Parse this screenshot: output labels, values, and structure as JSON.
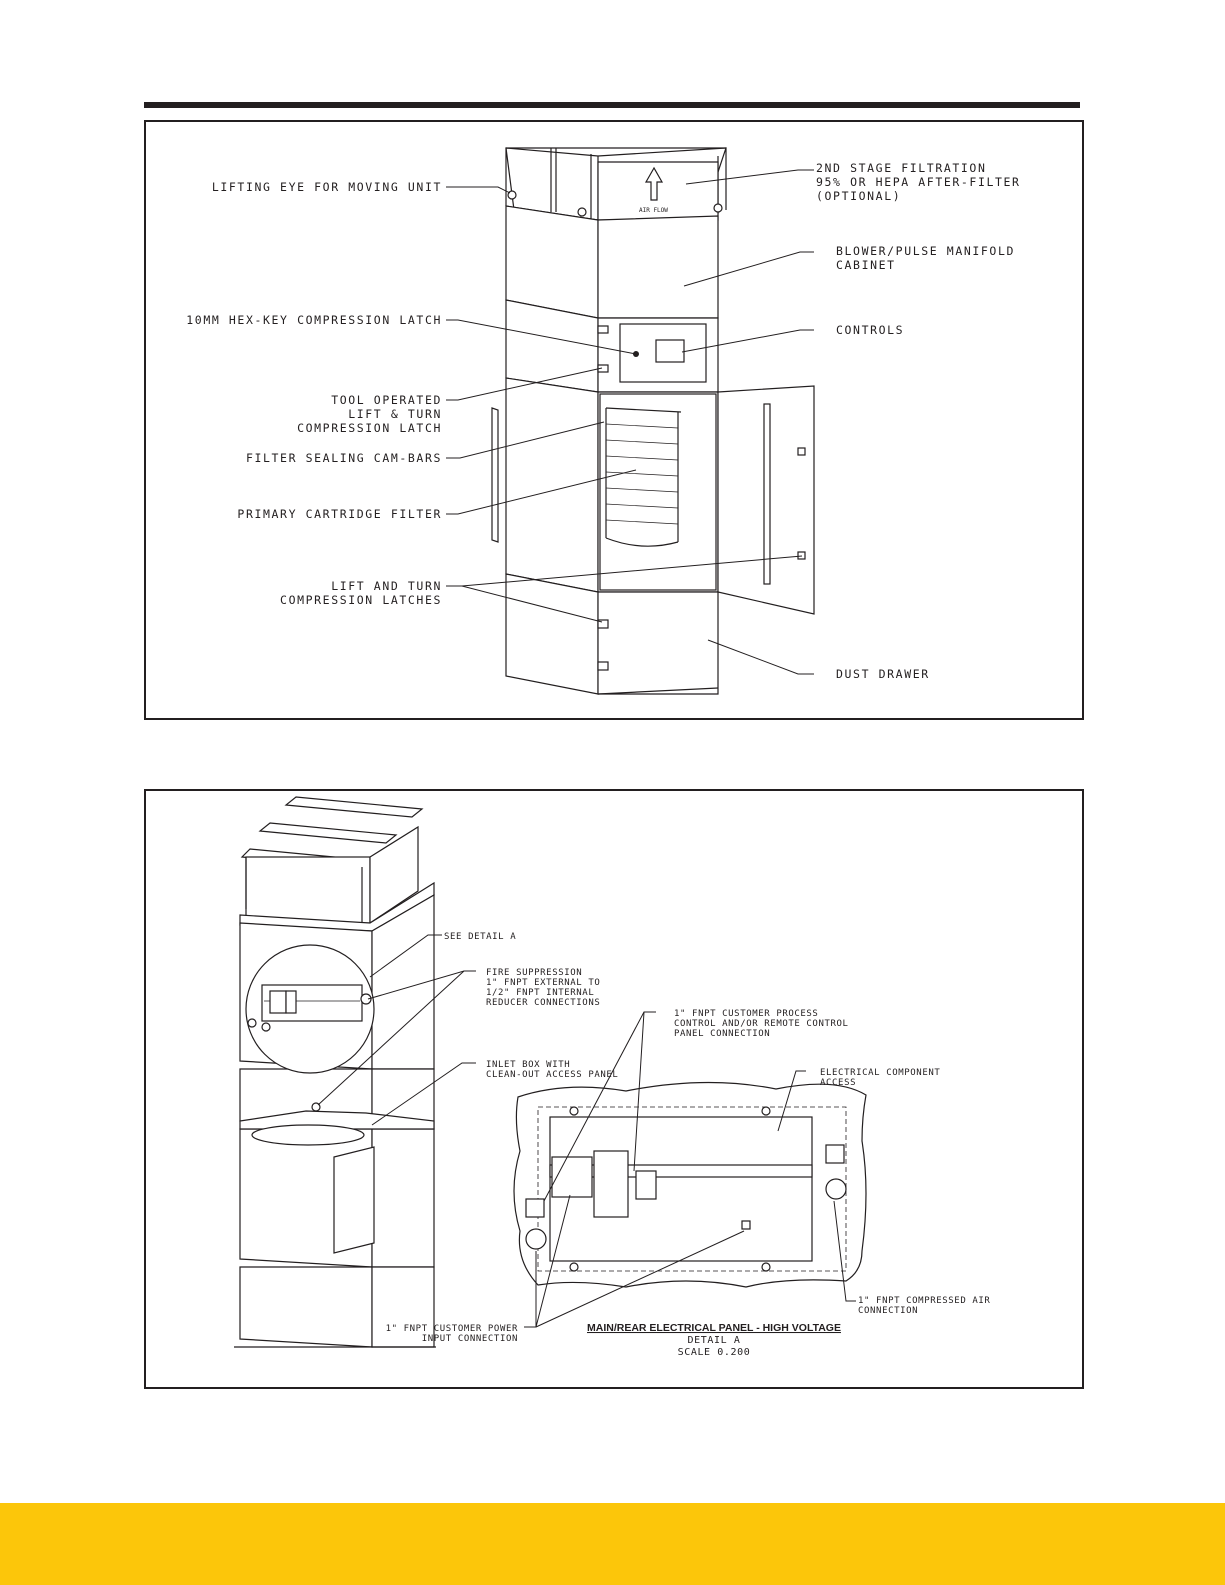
{
  "colors": {
    "footer_bar": "#fcc60a",
    "ink": "#231f20",
    "background": "#ffffff"
  },
  "top_figure": {
    "air_flow": "AIR FLOW",
    "labels": {
      "lifting_eye": "LIFTING EYE FOR MOVING UNIT",
      "second_stage": [
        "2ND STAGE FILTRATION",
        "95% OR HEPA AFTER-FILTER",
        "(OPTIONAL)"
      ],
      "blower": [
        "BLOWER/PULSE MANIFOLD",
        "CABINET"
      ],
      "hex_key": "10MM HEX-KEY COMPRESSION LATCH",
      "controls": "CONTROLS",
      "tool_operated": [
        "TOOL OPERATED",
        "LIFT & TURN",
        "COMPRESSION LATCH"
      ],
      "cam_bars": "FILTER SEALING CAM-BARS",
      "cartridge": "PRIMARY CARTRIDGE FILTER",
      "lift_turn": [
        "LIFT AND TURN",
        "COMPRESSION LATCHES"
      ],
      "dust_drawer": "DUST DRAWER"
    }
  },
  "bottom_figure": {
    "labels": {
      "see_detail": "SEE DETAIL  A",
      "fire_suppression": [
        "FIRE SUPPRESSION",
        "1\" FNPT EXTERNAL TO",
        "1/2\" FNPT INTERNAL",
        "REDUCER CONNECTIONS"
      ],
      "inlet_box": [
        "INLET BOX WITH",
        "CLEAN-OUT ACCESS PANEL"
      ],
      "process_control": [
        "1\" FNPT CUSTOMER PROCESS",
        "CONTROL AND/OR REMOTE CONTROL",
        "PANEL CONNECTION"
      ],
      "electrical_access": [
        "ELECTRICAL COMPONENT",
        "ACCESS"
      ],
      "compressed_air": [
        "1\" FNPT COMPRESSED AIR",
        "CONNECTION"
      ],
      "power_input": [
        "1\" FNPT CUSTOMER POWER",
        "INPUT CONNECTION"
      ]
    },
    "detail_caption": {
      "title": "MAIN/REAR ELECTRICAL PANEL - HIGH VOLTAGE",
      "detail": "DETAIL  A",
      "scale": "SCALE  0.200"
    }
  }
}
